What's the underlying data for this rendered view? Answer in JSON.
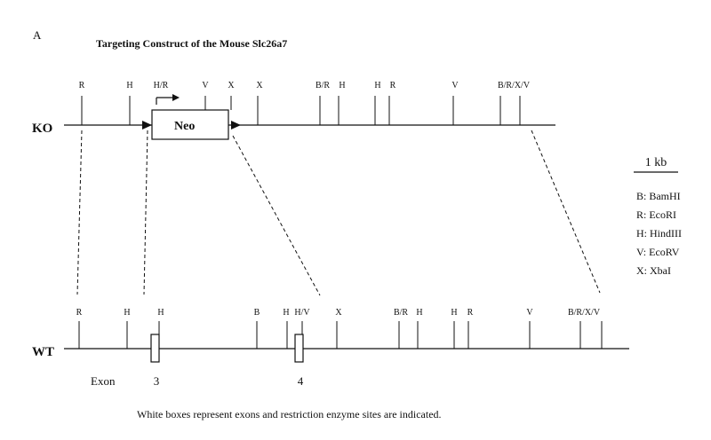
{
  "panel_letter": "A",
  "title": "Targeting Construct of the Mouse Slc26a7",
  "ko": {
    "label": "KO",
    "neo_label": "Neo",
    "sites": [
      "R",
      "H",
      "H/R",
      "V",
      "X",
      "X",
      "B/R",
      "H",
      "H",
      "R",
      "V",
      "B/R/X/V"
    ]
  },
  "wt": {
    "label": "WT",
    "sites": [
      "R",
      "H",
      "H",
      "B",
      "H",
      "H/V",
      "X",
      "B/R",
      "H",
      "H",
      "R",
      "V",
      "B/R/X/V"
    ]
  },
  "exons": {
    "word": "Exon",
    "numbers": [
      "3",
      "4"
    ]
  },
  "scale": {
    "label": "1 kb"
  },
  "legend": [
    "B: BamHI",
    "R: EcoRI",
    "H: HindIII",
    "V: EcoRV",
    "X: XbaI"
  ],
  "caption": "White boxes represent exons and  restriction enzyme sites are indicated."
}
